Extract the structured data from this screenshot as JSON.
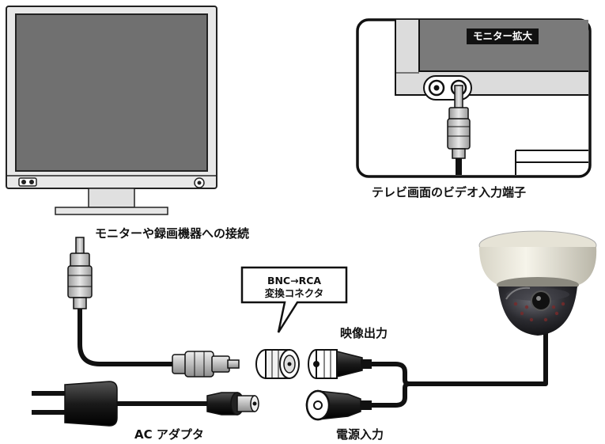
{
  "labels": {
    "tv_input": "テレビ画面のビデオ入力端子",
    "monitor_connection": "モニターや録画機器への接続",
    "video_output": "映像出力",
    "power_input": "電源入力",
    "ac_adapter": "AC アダプタ"
  },
  "callout": {
    "line1": "BNC→RCA",
    "line2": "変換コネクタ"
  },
  "inset": {
    "badge": "モニター拡大"
  },
  "colors": {
    "screen": "#707070",
    "bezel": "#e8e8e8",
    "cable": "#111111",
    "plug_metal": "#c8c8c8",
    "camera_body": "#efede3",
    "camera_dome": "#2a2a2e"
  }
}
